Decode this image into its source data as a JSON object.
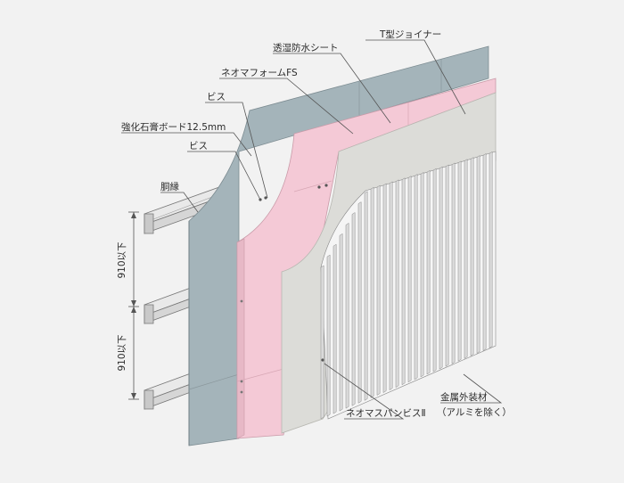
{
  "labels": {
    "t_joiner": "T型ジョイナー",
    "membrane": "透湿防水シート",
    "neoma_foam": "ネオマフォームFS",
    "screw_top": "ビス",
    "board": "強化石膏ボード12.5mm",
    "screw_mid": "ビス",
    "furring": "胴縁",
    "cladding": "金属外装材",
    "cladding_note": "（アルミを除く）",
    "pan_screw": "ネオマスパンビスⅡ"
  },
  "dimensions": {
    "upper": "910以下",
    "lower": "910以下"
  },
  "colors": {
    "background": "#f2f2f2",
    "gypsum": "#a4b4ba",
    "foam": "#f4c9d6",
    "membrane": "#dcdcd8",
    "cladding": "#f5f5f5",
    "furring": "#e6e6e6"
  }
}
